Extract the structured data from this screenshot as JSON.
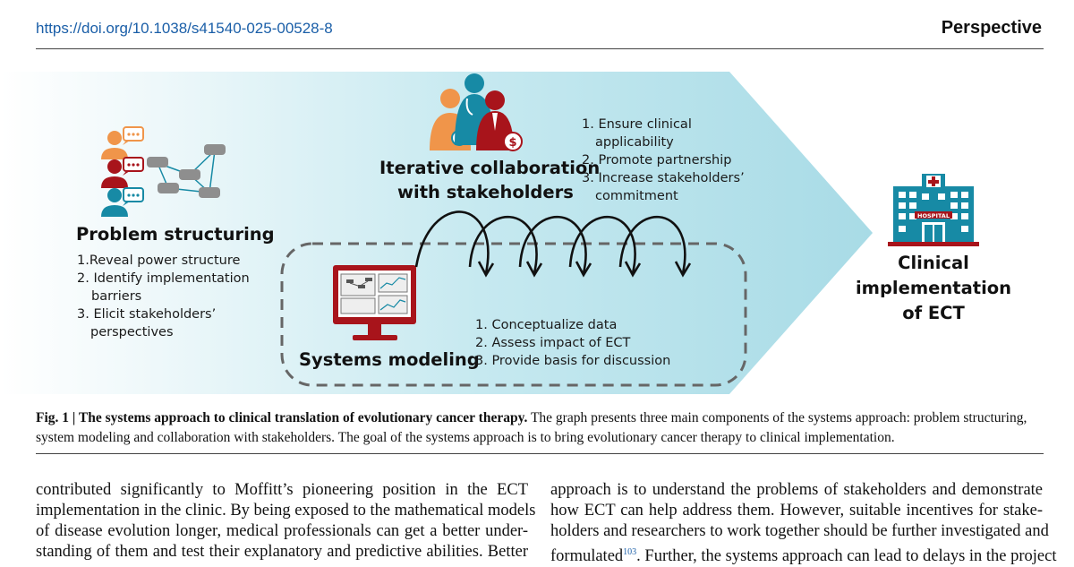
{
  "header": {
    "doi": "https://doi.org/10.1038/s41540-025-00528-8",
    "section": "Perspective"
  },
  "figure": {
    "problem_structuring": {
      "title": "Problem structuring",
      "items": [
        "1.Reveal power structure",
        "2. Identify implementation",
        "barriers",
        "3. Elicit stakeholders’",
        "perspectives"
      ]
    },
    "collaboration": {
      "title_line1": "Iterative collaboration",
      "title_line2": "with stakeholders",
      "items": [
        "1. Ensure clinical",
        "applicability",
        "2. Promote partnership",
        "3. Increase stakeholders’",
        "commitment"
      ]
    },
    "systems_modeling": {
      "title": "Systems modeling",
      "items": [
        "1. Conceptualize data",
        "2. Assess impact of ECT",
        "3. Provide basis for discussion"
      ]
    },
    "clinical": {
      "line1": "Clinical",
      "line2": "implementation",
      "line3": "of ECT",
      "hospital_sign": "HOSPITAL"
    }
  },
  "caption": {
    "label": "Fig. 1 | The systems approach to clinical translation of evolutionary cancer therapy.",
    "text": " The graph presents three main components of the systems approach: problem structuring, system modeling and collaboration with stakeholders. The goal of the systems approach is to bring evolutionary cancer therapy to clinical implementation."
  },
  "body": {
    "left_lines": [
      "contributed significantly to Moffitt’s pioneering position in the ECT",
      "implementation in the clinic. By being exposed to the mathematical models",
      "of disease evolution longer, medical professionals can get a better under-",
      "standing of them and test their explanatory and predictive abilities. Better"
    ],
    "right_lines": [
      "approach is to understand the problems of stakeholders and demonstrate",
      "how ECT can help address them. However, suitable incentives for stake-",
      "holders and researchers to work together should be further investigated and"
    ],
    "right_last_a": "formulated",
    "right_last_ref": "103",
    "right_last_b": ". Further, the systems approach can lead to delays in the project"
  },
  "colors": {
    "link": "#1b5fa8",
    "arrow_band": "#a8dbe6",
    "people_orange": "#f0954a",
    "people_red": "#a8141b",
    "people_teal": "#178aa5",
    "network_gray": "#8e8e8e"
  }
}
